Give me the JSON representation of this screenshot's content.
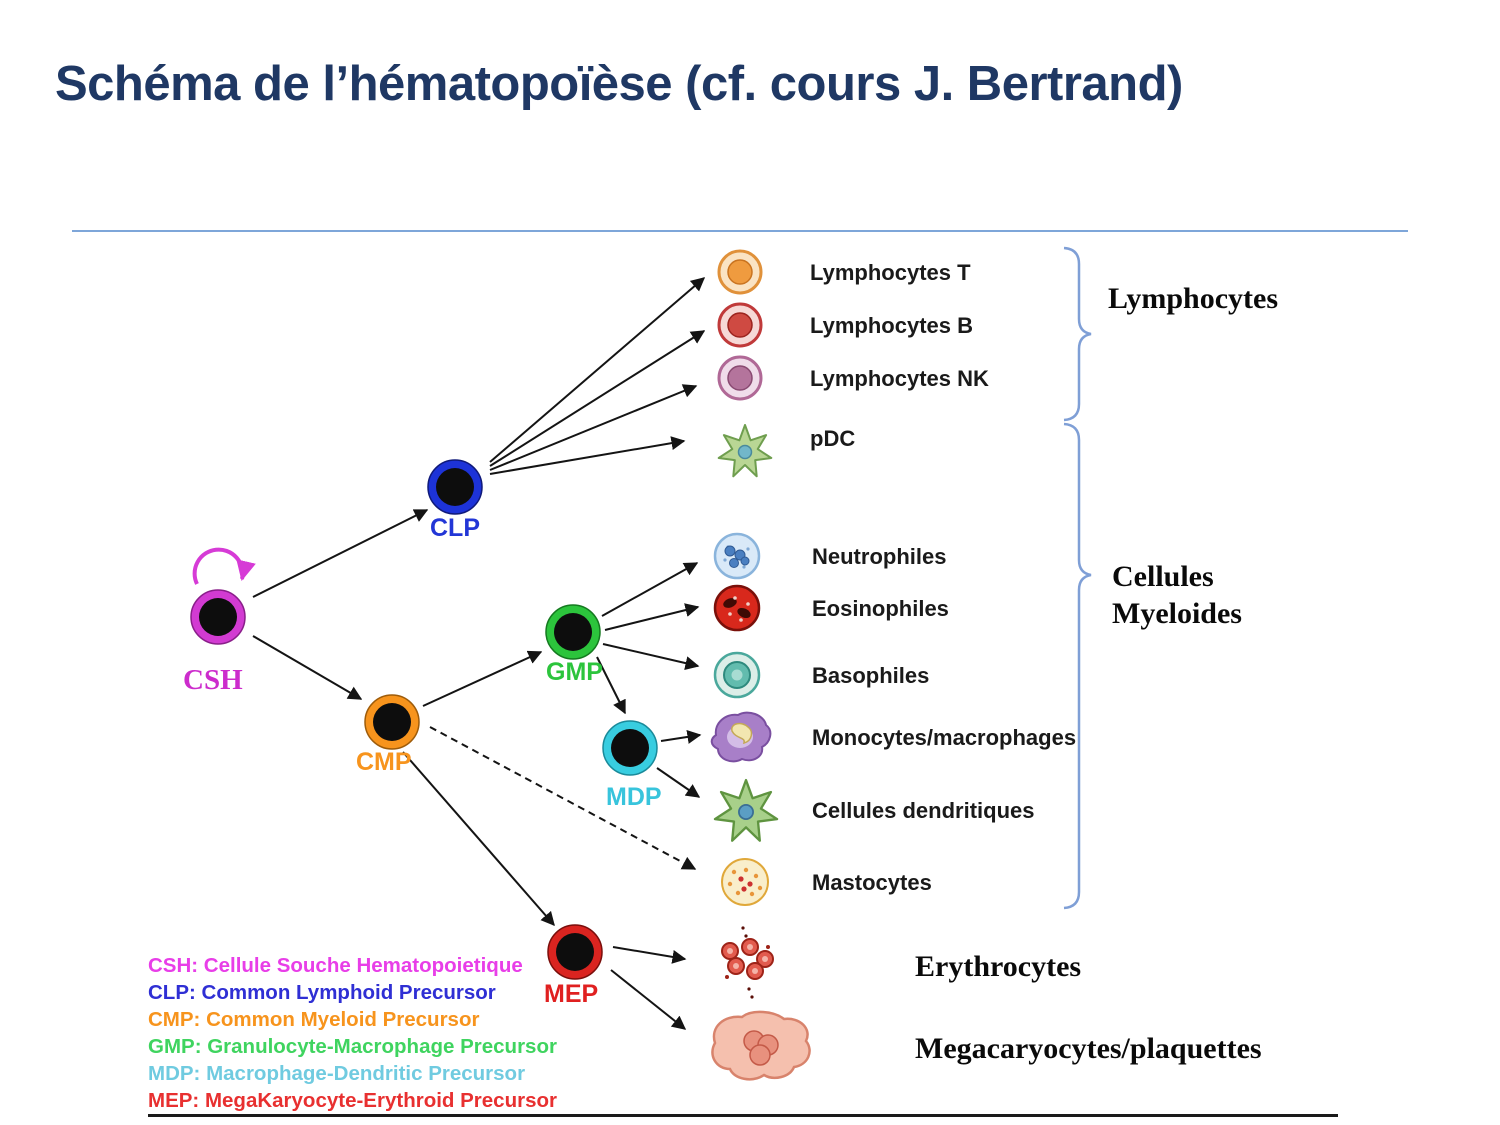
{
  "title": "Schéma de l’hématopoïèse (cf. cours J. Bertrand)",
  "progenitors": {
    "csh": {
      "label": "CSH",
      "color": "#cc2ccc"
    },
    "clp": {
      "label": "CLP",
      "color": "#2236d6"
    },
    "cmp": {
      "label": "CMP",
      "color": "#f7941d"
    },
    "gmp": {
      "label": "GMP",
      "color": "#2cc43c"
    },
    "mdp": {
      "label": "MDP",
      "color": "#38c4dc"
    },
    "mep": {
      "label": "MEP",
      "color": "#e02020"
    }
  },
  "cell_labels": {
    "lymphocytes_t": "Lymphocytes T",
    "lymphocytes_b": "Lymphocytes B",
    "lymphocytes_nk": "Lymphocytes NK",
    "pdc": "pDC",
    "neutrophiles": "Neutrophiles",
    "eosinophiles": "Eosinophiles",
    "basophiles": "Basophiles",
    "monocytes": "Monocytes/macrophages",
    "dendritiques": "Cellules dendritiques",
    "mastocytes": "Mastocytes",
    "erythrocytes": "Erythrocytes",
    "megacaryocytes": "Megacaryocytes/plaquettes"
  },
  "groups": {
    "lymphocytes": "Lymphocytes",
    "myeloides_line1": "Cellules",
    "myeloides_line2": "Myeloides"
  },
  "legend": [
    {
      "text": "CSH: Cellule Souche Hematopoietique",
      "color": "#e83ee8"
    },
    {
      "text": "CLP: Common Lymphoid Precursor",
      "color": "#2f2fd4"
    },
    {
      "text": "CMP: Common Myeloid Precursor",
      "color": "#f7941d"
    },
    {
      "text": "GMP: Granulocyte-Macrophage Precursor",
      "color": "#3fd45f"
    },
    {
      "text": "MDP: Macrophage-Dendritic Precursor",
      "color": "#70cbe0"
    },
    {
      "text": "MEP: MegaKaryocyte-Erythroid Precursor",
      "color": "#e83030"
    }
  ],
  "colors": {
    "title": "#1f3864",
    "divider": "#7ea6d9",
    "brace": "#7f9fd6",
    "arrow": "#141414"
  }
}
